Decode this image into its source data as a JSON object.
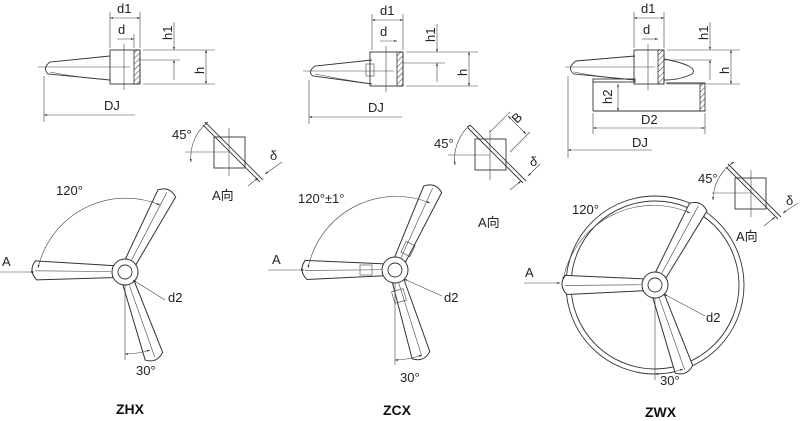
{
  "panels": [
    {
      "name": "ZHX",
      "labels": {
        "d1": "d1",
        "d": "d",
        "h1": "h1",
        "h": "h",
        "dj": "DJ",
        "angle45": "45°",
        "delta": "δ",
        "view": "A向",
        "angle120": "120°",
        "a": "A",
        "d2": "d2",
        "angle30": "30°"
      }
    },
    {
      "name": "ZCX",
      "labels": {
        "d1": "d1",
        "d": "d",
        "h1": "h1",
        "h": "h",
        "dj": "DJ",
        "b": "B",
        "angle45": "45°",
        "delta": "δ",
        "view": "A向",
        "angle120": "120°±1°",
        "a": "A",
        "d2": "d2",
        "angle30": "30°"
      }
    },
    {
      "name": "ZWX",
      "labels": {
        "d1": "d1",
        "d": "d",
        "h1": "h1",
        "h": "h",
        "h2": "h2",
        "d2_dim": "D2",
        "dj": "DJ",
        "angle45": "45°",
        "delta": "δ",
        "view": "A向",
        "angle120": "120°",
        "a": "A",
        "d2": "d2",
        "angle30": "30°"
      }
    }
  ]
}
